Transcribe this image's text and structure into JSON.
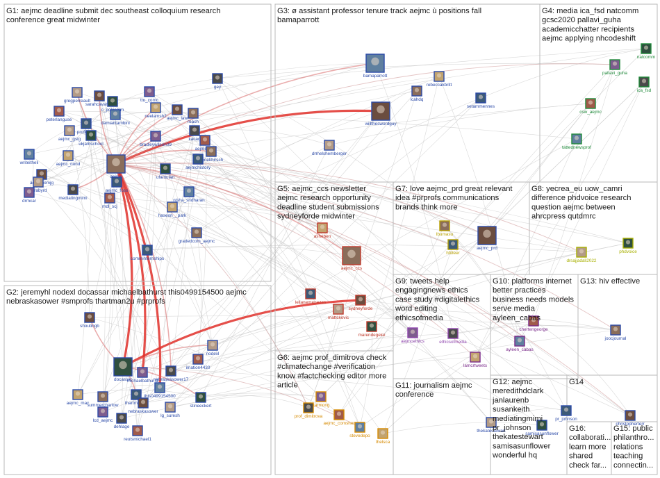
{
  "groups": [
    {
      "id": "G1",
      "lines": [
        "G1: aejmc deadline submit dec southeast colloquium research",
        "conference great midwinter"
      ]
    },
    {
      "id": "G2",
      "lines": [
        "G2: jeremyhl nodexl docassar michaelbathurst this0499154500 aejmc",
        "nebraskasower #smprofs thartman2u #prprofs"
      ]
    },
    {
      "id": "G3",
      "lines": [
        "G3: ø assistant professor tenure track aejmc ù positions fall",
        "bamaparrott"
      ]
    },
    {
      "id": "G4",
      "lines": [
        "G4: media ica_fsd natcomm",
        "gcsc2020 pallavi_guha",
        "academicchatter recipients",
        "aejmc applying nhcodeshift"
      ]
    },
    {
      "id": "G5",
      "lines": [
        "G5: aejmc_ccs newsletter",
        "aejmc research opportunity",
        "deadline student submissions",
        "sydneyforde midwinter"
      ]
    },
    {
      "id": "G6",
      "lines": [
        "G6: aejmc prof_dimitrova check",
        "#climatechange #verification",
        "know #factchecking editor more",
        "article"
      ]
    },
    {
      "id": "G7",
      "lines": [
        "G7: love aejmc_prd great relevant",
        "idea #prprofs communications",
        "brands think more"
      ]
    },
    {
      "id": "G8",
      "lines": [
        "G8: yecrea_eu uow_camri",
        "difference phdvoice research",
        "question aejmc between",
        "ahrcpress qutdmrc"
      ]
    },
    {
      "id": "G9",
      "lines": [
        "G9: tweets help",
        "engagingnews ethics",
        "case study #digitalethics",
        "word editing",
        "ethicsofmedia"
      ]
    },
    {
      "id": "G10",
      "lines": [
        "G10: platforms internet",
        "better practices",
        "business needs models",
        "serve media",
        "ayleen_cabas"
      ]
    },
    {
      "id": "G11",
      "lines": [
        "G11: journalism aejmc",
        "conference"
      ]
    },
    {
      "id": "G12",
      "lines": [
        "G12: aejmc",
        "meredithdclark",
        "janlaurenb",
        "susankeith",
        "mediatingmimi",
        "pr_johnson",
        "thekatestewart",
        "samisasunflower",
        "wonderful hq"
      ]
    },
    {
      "id": "G13",
      "lines": [
        "G13: hiv effective"
      ]
    },
    {
      "id": "G14",
      "lines": [
        "G14"
      ]
    },
    {
      "id": "G15",
      "lines": [
        "G15: public",
        "philanthro...",
        "relations",
        "teaching",
        "connectin..."
      ]
    },
    {
      "id": "G16",
      "lines": [
        "G16:",
        "collaborati...",
        "learn more",
        "shared",
        "check far..."
      ]
    }
  ],
  "nodes": [
    {
      "id": "aejmc",
      "label": "aejmc",
      "group": "G1",
      "color": "#2b4aa8"
    },
    {
      "id": "aejmc_foss",
      "label": "aejmc_foss",
      "group": "G1",
      "color": "#2b4aa8"
    },
    {
      "id": "sarahcavanah",
      "label": "sarahcavanah",
      "group": "G1",
      "color": "#2b4aa8"
    },
    {
      "id": "gregperreault",
      "label": "gregperreault",
      "group": "G1",
      "color": "#2b4aa8"
    },
    {
      "id": "c_polcomm",
      "label": "c_polcomm",
      "group": "G1",
      "color": "#2b4aa8"
    },
    {
      "id": "ttu_comc",
      "label": "ttu_comc",
      "group": "G1",
      "color": "#2b4aa8"
    },
    {
      "id": "gey",
      "label": "gey",
      "group": "G1",
      "color": "#2b4aa8"
    },
    {
      "id": "peterlanguse",
      "label": "peterlanguse",
      "group": "G1",
      "color": "#2b4aa8"
    },
    {
      "id": "damiantambini",
      "label": "damiantambini",
      "group": "G1",
      "color": "#2b4aa8"
    },
    {
      "id": "neelamsh2",
      "label": "neelamsh2",
      "group": "G1",
      "color": "#2b4aa8"
    },
    {
      "id": "reach",
      "label": "reach",
      "group": "G1",
      "color": "#2b4aa8"
    },
    {
      "id": "profkalde",
      "label": "profkalde",
      "group": "G1",
      "color": "#2b4aa8"
    },
    {
      "id": "aejmc_law",
      "label": "aejmc_law",
      "group": "G1",
      "color": "#2b4aa8"
    },
    {
      "id": "aejmc_gsig",
      "label": "aejmc_gsig",
      "group": "G1",
      "color": "#2b4aa8"
    },
    {
      "id": "ukjamschool",
      "label": "ukjamschool",
      "group": "G1",
      "color": "#2b4aa8"
    },
    {
      "id": "bradleywilson09",
      "label": "bradleywilson09",
      "group": "G1",
      "color": "#2b4aa8"
    },
    {
      "id": "kacad",
      "label": "kacad",
      "group": "G1",
      "color": "#2b4aa8"
    },
    {
      "id": "aejmcctec",
      "label": "aejmcctec",
      "group": "G1",
      "color": "#2b4aa8"
    },
    {
      "id": "writeitheli",
      "label": "writeitheli",
      "group": "G1",
      "color": "#2b4aa8"
    },
    {
      "id": "aejmc_nond",
      "label": "aejmc_nond",
      "group": "G1",
      "color": "#2b4aa8"
    },
    {
      "id": "annekhirsch",
      "label": "annekhirsch",
      "group": "G1",
      "color": "#2b4aa8"
    },
    {
      "id": "aejmchistory",
      "label": "aejmchistory",
      "group": "G1",
      "color": "#2b4aa8"
    },
    {
      "id": "aejmccomjg",
      "label": "aejmccomjg",
      "group": "G1",
      "color": "#2b4aa8"
    },
    {
      "id": "carabyrd",
      "label": "carabyrd",
      "group": "G1",
      "color": "#2b4aa8"
    },
    {
      "id": "ufamulari",
      "label": "ufamulari",
      "group": "G1",
      "color": "#2b4aa8"
    },
    {
      "id": "drmcar",
      "label": "drmcar",
      "group": "G1",
      "color": "#2b4aa8"
    },
    {
      "id": "mediatingmimi",
      "label": "mediatingmimi",
      "group": "G1",
      "color": "#2b4aa8"
    },
    {
      "id": "mdl_scj",
      "label": "mdl_scj",
      "group": "G1",
      "color": "#2b4aa8"
    },
    {
      "id": "nisha_sridharan",
      "label": "nisha_sridharan",
      "group": "G1",
      "color": "#2b4aa8"
    },
    {
      "id": "haseon__park",
      "label": "haseon__park",
      "group": "G1",
      "color": "#2b4aa8"
    },
    {
      "id": "gradedcom_aejmc",
      "label": "gradedcom_aejmc",
      "group": "G1",
      "color": "#2b4aa8"
    },
    {
      "id": "comminternships",
      "label": "comminternships",
      "group": "G1",
      "color": "#2b4aa8"
    },
    {
      "id": "shoutingb",
      "label": "shoutingb",
      "group": "G2",
      "color": "#2b4aa8"
    },
    {
      "id": "nodexl",
      "label": "nodexl",
      "group": "G2",
      "color": "#2b4aa8"
    },
    {
      "id": "docassar",
      "label": "docassar",
      "group": "G2",
      "color": "#2b4aa8"
    },
    {
      "id": "michaelbathurst",
      "label": "michaelbathurst",
      "group": "G2",
      "color": "#2b4aa8"
    },
    {
      "id": "nebraskasower17",
      "label": "nebraskasower17",
      "group": "G2",
      "color": "#2b4aa8"
    },
    {
      "id": "imation4430",
      "label": "imation4430",
      "group": "G2",
      "color": "#2b4aa8"
    },
    {
      "id": "this0499154500",
      "label": "this0499154500",
      "group": "G2",
      "color": "#2b4aa8"
    },
    {
      "id": "aejmc_mac",
      "label": "aejmc_mac",
      "group": "G2",
      "color": "#2b4aa8"
    },
    {
      "id": "summercharlow",
      "label": "summercharlow",
      "group": "G2",
      "color": "#2b4aa8"
    },
    {
      "id": "thartman2u",
      "label": "thartman2u",
      "group": "G2",
      "color": "#2b4aa8"
    },
    {
      "id": "nebraskasower",
      "label": "nebraskasower",
      "group": "G2",
      "color": "#2b4aa8"
    },
    {
      "id": "lg_suresh",
      "label": "lg_suresh",
      "group": "G2",
      "color": "#2b4aa8"
    },
    {
      "id": "stineeckert",
      "label": "stineeckert",
      "group": "G2",
      "color": "#2b4aa8"
    },
    {
      "id": "lcd_aejmc",
      "label": "lcd_aejmc",
      "group": "G2",
      "color": "#2b4aa8"
    },
    {
      "id": "dehlage",
      "label": "dehlage",
      "group": "G2",
      "color": "#2b4aa8"
    },
    {
      "id": "reutsmichael1",
      "label": "reutsmichael1",
      "group": "G2",
      "color": "#2b4aa8"
    },
    {
      "id": "bamaparrott",
      "label": "bamaparrott",
      "group": "G3",
      "color": "#2b4aa8"
    },
    {
      "id": "rebeccakbritt",
      "label": "rebeccakbritt",
      "group": "G3",
      "color": "#2b4aa8"
    },
    {
      "id": "icahdq",
      "label": "icahdq",
      "group": "G3",
      "color": "#2b4aa8"
    },
    {
      "id": "setammennes",
      "label": "setammennes",
      "group": "G3",
      "color": "#2b4aa8"
    },
    {
      "id": "willtheswordguy",
      "label": "willtheswordguy",
      "group": "G3",
      "color": "#2b4aa8"
    },
    {
      "id": "drmelshemberger",
      "label": "drmelshemberger",
      "group": "G3",
      "color": "#2b4aa8"
    },
    {
      "id": "natcomm",
      "label": "natcomm",
      "group": "G4",
      "color": "#1f8a3a"
    },
    {
      "id": "pallavi_guha",
      "label": "pallavi_guha",
      "group": "G4",
      "color": "#1f8a3a"
    },
    {
      "id": "ica_fsd",
      "label": "ica_fsd",
      "group": "G4",
      "color": "#1f8a3a"
    },
    {
      "id": "csw_aejmc",
      "label": "csw_aejmc",
      "group": "G4",
      "color": "#1f8a3a"
    },
    {
      "id": "tattednewsprof",
      "label": "tattednewsprof",
      "group": "G4",
      "color": "#1f8a3a"
    },
    {
      "id": "asheben",
      "label": "asheben",
      "group": "G5",
      "color": "#c0392b"
    },
    {
      "id": "aejmc_ccs",
      "label": "aejmc_ccs",
      "group": "G5",
      "color": "#c0392b"
    },
    {
      "id": "leilanemenezes",
      "label": "leilanemenezes",
      "group": "G5",
      "color": "#c0392b"
    },
    {
      "id": "sydneyforde",
      "label": "sydneyforde",
      "group": "G5",
      "color": "#c0392b"
    },
    {
      "id": "mattckovic",
      "label": "mattckovic",
      "group": "G5",
      "color": "#c0392b"
    },
    {
      "id": "marendegeke",
      "label": "marendegeke",
      "group": "G5",
      "color": "#c0392b"
    },
    {
      "id": "karmong",
      "label": "karmong",
      "group": "G6",
      "color": "#d68a00"
    },
    {
      "id": "prof_dimitrova",
      "label": "prof_dimitrova",
      "group": "G6",
      "color": "#d68a00"
    },
    {
      "id": "aejmc_comsher",
      "label": "aejmc_comsher",
      "group": "G6",
      "color": "#d68a00"
    },
    {
      "id": "stevedepo",
      "label": "stevedepo",
      "group": "G6",
      "color": "#d68a00"
    },
    {
      "id": "thelsca",
      "label": "thelsca",
      "group": "G6",
      "color": "#d68a00"
    },
    {
      "id": "lbumasu",
      "label": "lbumasu",
      "group": "G7",
      "color": "#b8a100"
    },
    {
      "id": "hfdleer",
      "label": "hfdleer",
      "group": "G7",
      "color": "#b8a100"
    },
    {
      "id": "aejmc_prd",
      "label": "aejmc_prd",
      "group": "G7",
      "color": "#2b4aa8"
    },
    {
      "id": "drsajjadali2022",
      "label": "drsajjadali2022",
      "group": "G8",
      "color": "#a8b000"
    },
    {
      "id": "phdvoice",
      "label": "phdvoice",
      "group": "G8",
      "color": "#a8b000"
    },
    {
      "id": "aejmcethics",
      "label": "aejmcethics",
      "group": "G9",
      "color": "#8e44ad"
    },
    {
      "id": "ethicsofmedia",
      "label": "ethicsofmedia",
      "group": "G9",
      "color": "#8e44ad"
    },
    {
      "id": "chertengeorge",
      "label": "chertengeorge",
      "group": "G10",
      "color": "#7a2a8a"
    },
    {
      "id": "ayleen_cabas",
      "label": "ayleen_cabas",
      "group": "G10",
      "color": "#7a2a8a"
    },
    {
      "id": "lamcrtweets",
      "label": "lamcrtweets",
      "group": "G10",
      "color": "#7a2a8a"
    },
    {
      "id": "joocjournal",
      "label": "joocjournal",
      "group": "G13",
      "color": "#2b4aa8"
    },
    {
      "id": "pr_johnson",
      "label": "pr_johnson",
      "group": "G14",
      "color": "#2b4aa8"
    },
    {
      "id": "christopherterr",
      "label": "christopherterr",
      "group": "G15",
      "color": "#2b4aa8"
    },
    {
      "id": "thekatestewart",
      "label": "thekatestewart",
      "group": "G12",
      "color": "#2b4aa8"
    },
    {
      "id": "samisasunflower",
      "label": "samisasunflower",
      "group": "G12",
      "color": "#2b4aa8"
    }
  ],
  "edges": [
    {
      "from": "willtheswordguy",
      "to": "aejmc",
      "weight": "heavy"
    },
    {
      "from": "bamaparrott",
      "to": "aejmc",
      "weight": "medium"
    },
    {
      "from": "aejmc_ccs",
      "to": "aejmc",
      "weight": "medium"
    },
    {
      "from": "sydneyforde",
      "to": "docassar",
      "weight": "heavy"
    },
    {
      "from": "docassar",
      "to": "aejmc",
      "weight": "heavy"
    },
    {
      "from": "michaelbathurst",
      "to": "aejmc",
      "weight": "heavy"
    },
    {
      "from": "this0499154500",
      "to": "aejmc",
      "weight": "heavy"
    },
    {
      "from": "nebraskasower17",
      "to": "aejmc",
      "weight": "medium"
    },
    {
      "from": "aejmc_prd",
      "to": "aejmc",
      "weight": "light"
    },
    {
      "from": "pallavi_guha",
      "to": "aejmc",
      "weight": "light"
    },
    {
      "from": "ayleen_cabas",
      "to": "aejmc",
      "weight": "light"
    },
    {
      "from": "prof_dimitrova",
      "to": "aejmc",
      "weight": "light"
    },
    {
      "from": "stevedepo",
      "to": "docassar",
      "weight": "light"
    },
    {
      "from": "sarahcavanah",
      "to": "aejmc",
      "weight": "medium"
    },
    {
      "from": "gregperreault",
      "to": "aejmc",
      "weight": "medium"
    },
    {
      "from": "neelamsh2",
      "to": "aejmc",
      "weight": "medium"
    },
    {
      "from": "aejmc_law",
      "to": "aejmc",
      "weight": "medium"
    },
    {
      "from": "bradleywilson09",
      "to": "aejmc",
      "weight": "medium"
    },
    {
      "from": "annekhirsch",
      "to": "aejmc",
      "weight": "medium"
    },
    {
      "from": "mediatingmimi",
      "to": "aejmc",
      "weight": "medium"
    },
    {
      "from": "shoutingb",
      "to": "docassar",
      "weight": "medium"
    },
    {
      "from": "nodexl",
      "to": "docassar",
      "weight": "medium"
    },
    {
      "from": "stineeckert",
      "to": "docassar",
      "weight": "medium"
    },
    {
      "from": "thartman2u",
      "to": "docassar",
      "weight": "medium"
    },
    {
      "from": "drsajjadali2022",
      "to": "aejmc",
      "weight": "light"
    },
    {
      "from": "lamcrtweets",
      "to": "aejmc",
      "weight": "light"
    },
    {
      "from": "christopherterr",
      "to": "aejmc",
      "weight": "light"
    },
    {
      "from": "joocjournal",
      "to": "aejmc",
      "weight": "light"
    }
  ]
}
